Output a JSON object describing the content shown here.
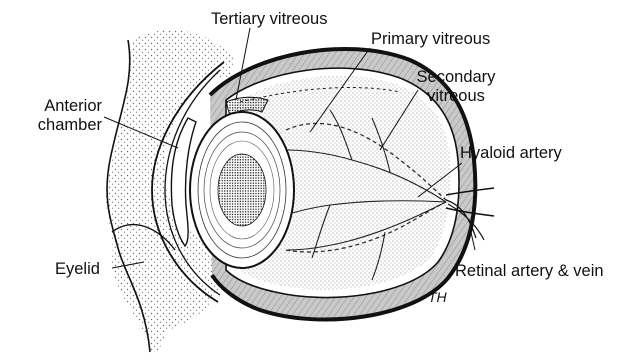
{
  "labels": {
    "tertiary_vitreous": "Tertiary vitreous",
    "primary_vitreous": "Primary vitreous",
    "secondary_vitreous_line1": "Secondary",
    "secondary_vitreous_line2": "vitreous",
    "anterior_chamber_line1": "Anterior",
    "anterior_chamber_line2": "chamber",
    "hyaloid_artery": "Hyaloid artery",
    "eyelid": "Eyelid",
    "retinal_vessels": "Retinal artery & vein"
  },
  "signature": "TH",
  "colors": {
    "ink": "#111111",
    "shaded_wall": "#bdbdbd",
    "stipple": "#6f6f6f"
  }
}
